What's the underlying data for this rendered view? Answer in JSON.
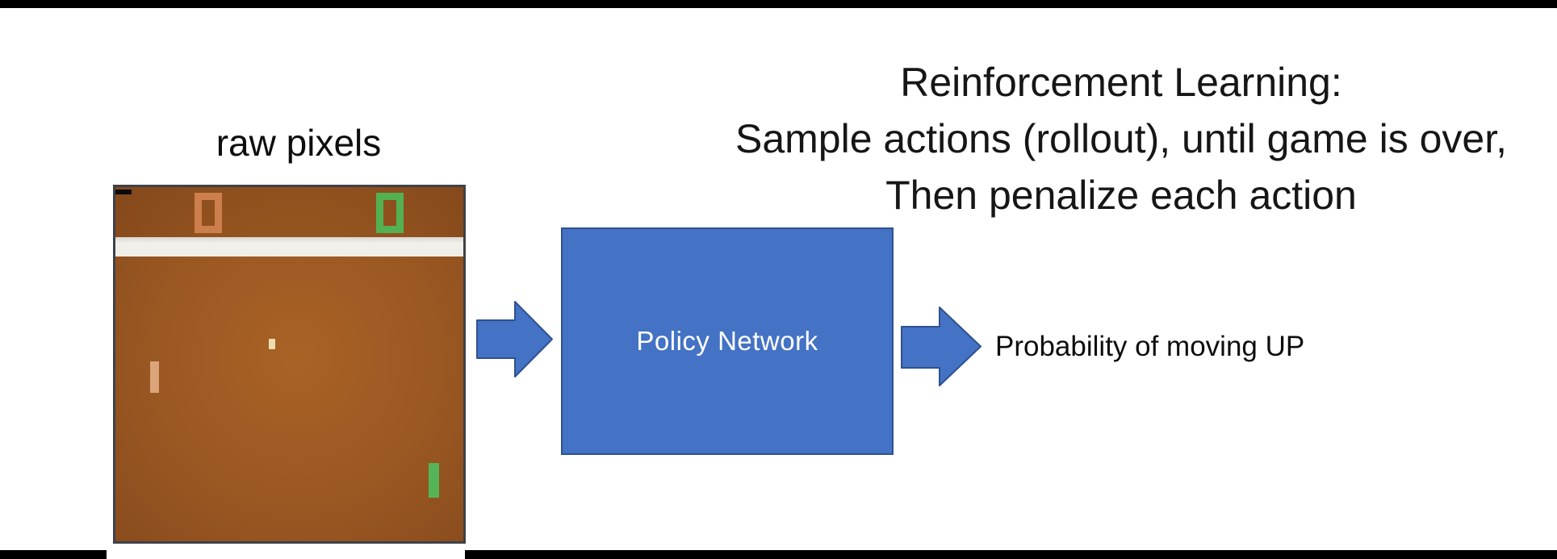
{
  "slide": {
    "title": {
      "lines": [
        "Reinforcement Learning:",
        "Sample actions (rollout), until game is over,",
        "Then penalize each action"
      ]
    },
    "pipeline": {
      "input_label": "raw pixels",
      "policy_box_label": "Policy Network",
      "output_label": "Probability of moving UP",
      "arrow_icons": [
        "right-arrow",
        "right-arrow"
      ]
    },
    "game_screenshot": {
      "description_label": "raw pixels",
      "left_score": "0",
      "right_score": "0",
      "elements": [
        "left-score-digit",
        "right-score-digit",
        "top-wall-stripe",
        "ball",
        "left-paddle",
        "right-paddle"
      ],
      "colors": {
        "field": "#9a5822",
        "field_edge": "#8a4c1e",
        "frame": "#3d4249",
        "wall_stripe": "#f2f0ea",
        "left_score": "#cd7e4d",
        "left_paddle": "#dba47a",
        "right_score": "#53b152",
        "right_paddle": "#55b457",
        "ball": "#eddcb0"
      }
    },
    "colors": {
      "accent_blue": "#4472c4",
      "accent_blue_border": "#2f528f",
      "text": "#161616",
      "border_bars": "#000000",
      "background": "#ffffff"
    }
  }
}
